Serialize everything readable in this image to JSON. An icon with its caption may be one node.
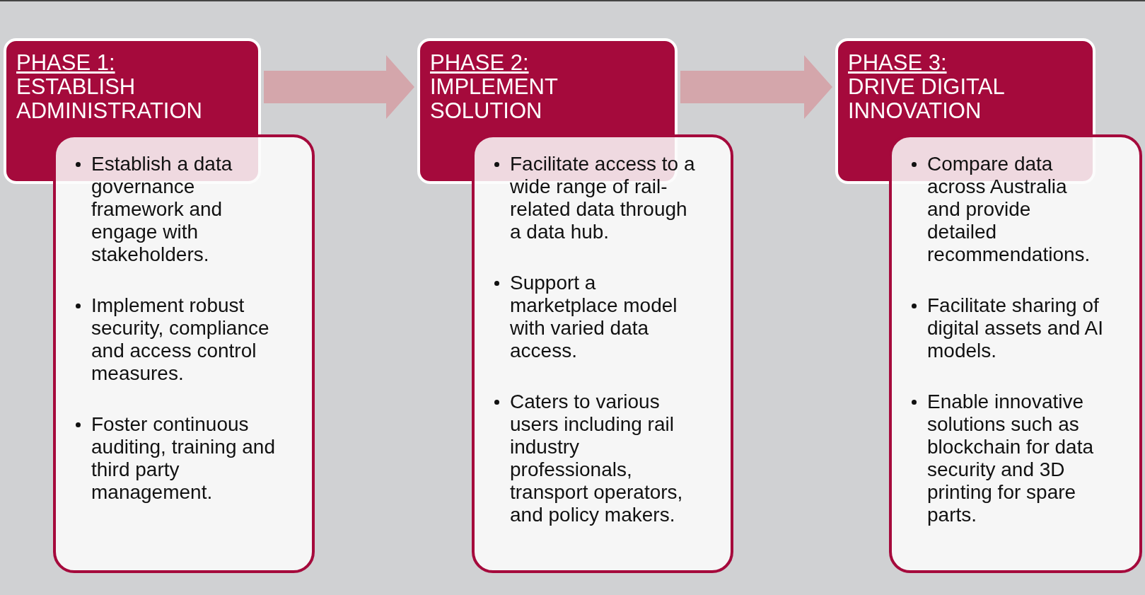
{
  "diagram": {
    "nodes": [
      {
        "text": [
          "PHASE 1:",
          "ESTABLISH ADMINISTRATION"
        ]
      },
      {
        "text": [
          "Establish a data governance framework and engage with stakeholders.",
          "Implement robust security, compliance and access control measures.",
          "Foster continuous auditing, training and third party management."
        ]
      },
      {
        "text": [
          "PHASE 2:",
          "IMPLEMENT SOLUTION"
        ]
      },
      {
        "text": [
          "Facilitate access to a wide range of rail-related data through a data hub.",
          "Support a marketplace model with varied data access.",
          "Caters to various users including rail industry professionals, transport operators, and policy makers."
        ]
      },
      {
        "text": [
          "PHASE 3:",
          "DRIVE DIGITAL INNOVATION"
        ]
      },
      {
        "text": [
          "Compare data across Australia and provide detailed recommendations.",
          "Facilitate sharing of digital assets and AI models.",
          "Enable innovative solutions such as blockchain for data security and 3D printing for spare parts."
        ]
      }
    ],
    "edges": [
      {
        "from": 0,
        "to": 2,
        "arrow": "to",
        "style": "thick"
      },
      {
        "from": 2,
        "to": 4,
        "arrow": "to",
        "style": "thick"
      }
    ]
  }
}
